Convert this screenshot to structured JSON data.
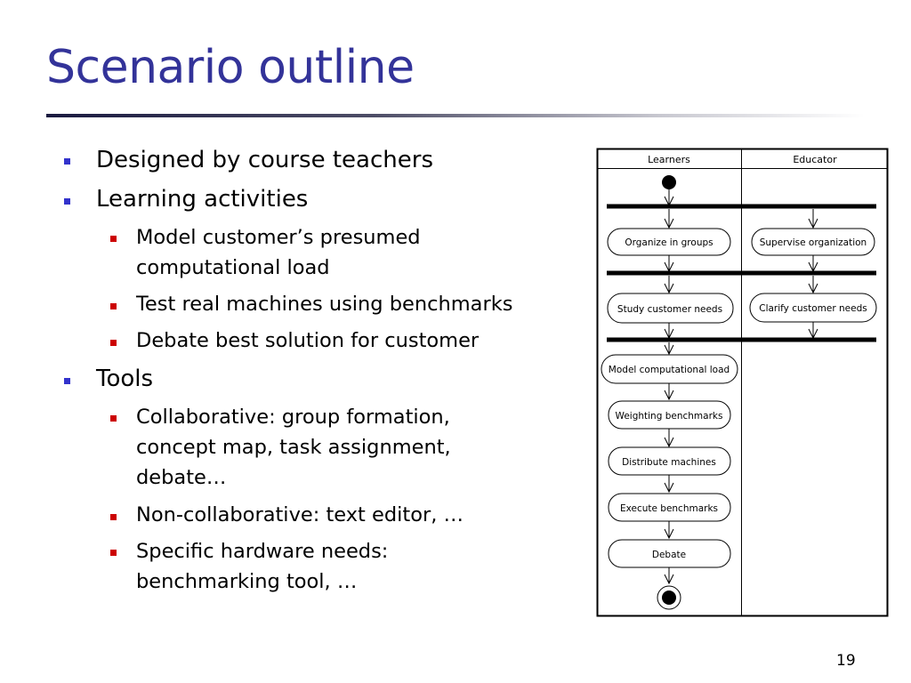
{
  "slide": {
    "title": "Scenario outline",
    "page_number": "19"
  },
  "bullets": {
    "b1": "Designed by course teachers",
    "b2": "Learning activities",
    "b2_1_l1": "Model customer’s presumed",
    "b2_1_l2": "computational load",
    "b2_2": "Test real machines using benchmarks",
    "b2_3": "Debate best solution for customer",
    "b3": "Tools",
    "b3_1_l1": "Collaborative: group formation,",
    "b3_1_l2": "concept map, task assignment,",
    "b3_1_l3": "debate…",
    "b3_2": "Non-collaborative: text editor, …",
    "b3_3_l1": "Specific hardware needs:",
    "b3_3_l2": "benchmarking tool, …"
  },
  "diagram": {
    "lanes": {
      "learners": "Learners",
      "educator": "Educator"
    },
    "activities": {
      "organize": "Organize in groups",
      "supervise": "Supervise organization",
      "study": "Study customer needs",
      "clarify": "Clarify customer needs",
      "model": "Model computational load",
      "weighting": "Weighting benchmarks",
      "distribute": "Distribute machines",
      "execute": "Execute benchmarks",
      "debate": "Debate"
    }
  }
}
